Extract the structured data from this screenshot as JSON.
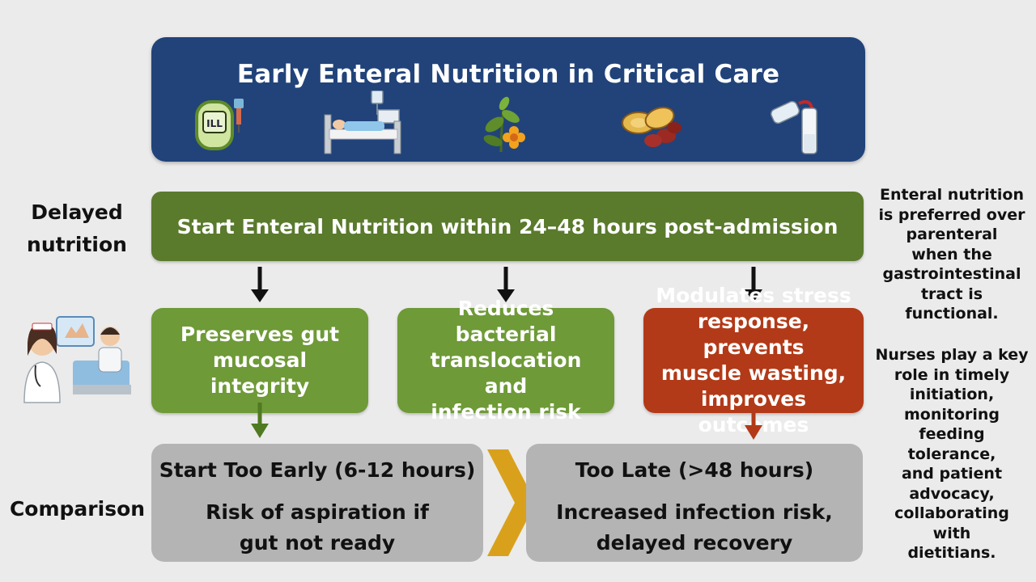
{
  "title": "Early Enteral Nutrition in Critical Care",
  "icons": [
    {
      "name": "iv-bag-icon",
      "label": "ILL"
    },
    {
      "name": "hospital-bed-icon"
    },
    {
      "name": "plant-flower-icon"
    },
    {
      "name": "nuts-icon"
    },
    {
      "name": "feeding-tube-icon"
    }
  ],
  "side_labels": {
    "delayed_line1": "Delayed",
    "delayed_line2": "nutrition",
    "comparison": "Comparison"
  },
  "main_step": "Start Enteral Nutrition within 24–48 hours post-admission",
  "benefits": [
    {
      "line1": "Preserves gut",
      "line2": "mucosal integrity"
    },
    {
      "line1": "Reduces bacterial",
      "line2": "translocation and",
      "line3": "infection risk"
    },
    {
      "line1": "Modulates stress",
      "line2": "response, prevents",
      "line3": "muscle wasting,",
      "line4": "improves outcomes"
    }
  ],
  "comparison": {
    "early": {
      "heading": "Start Too Early (6-12 hours)",
      "line1": "Risk of aspiration if",
      "line2": "gut not ready"
    },
    "late": {
      "heading": "Too Late (>48 hours)",
      "line1": "Increased infection risk,",
      "line2": "delayed recovery"
    }
  },
  "notes": {
    "note1": [
      "Enteral nutrition",
      "is preferred over",
      "parenteral",
      "when the",
      "gastrointestinal",
      "tract is",
      "functional."
    ],
    "note2": [
      "Nurses play a key",
      "role in timely",
      "initiation,",
      "monitoring",
      "feeding",
      "tolerance,",
      "and patient",
      "advocacy,",
      "collaborating",
      "with",
      "dietitians."
    ]
  },
  "colors": {
    "title_bg": "#21437a",
    "step_green": "#5a7a2c",
    "benefit_green": "#6e9a37",
    "benefit_red": "#b23a18",
    "comparison_gray": "#b4b4b4",
    "chevron_gold": "#d9a11b"
  }
}
